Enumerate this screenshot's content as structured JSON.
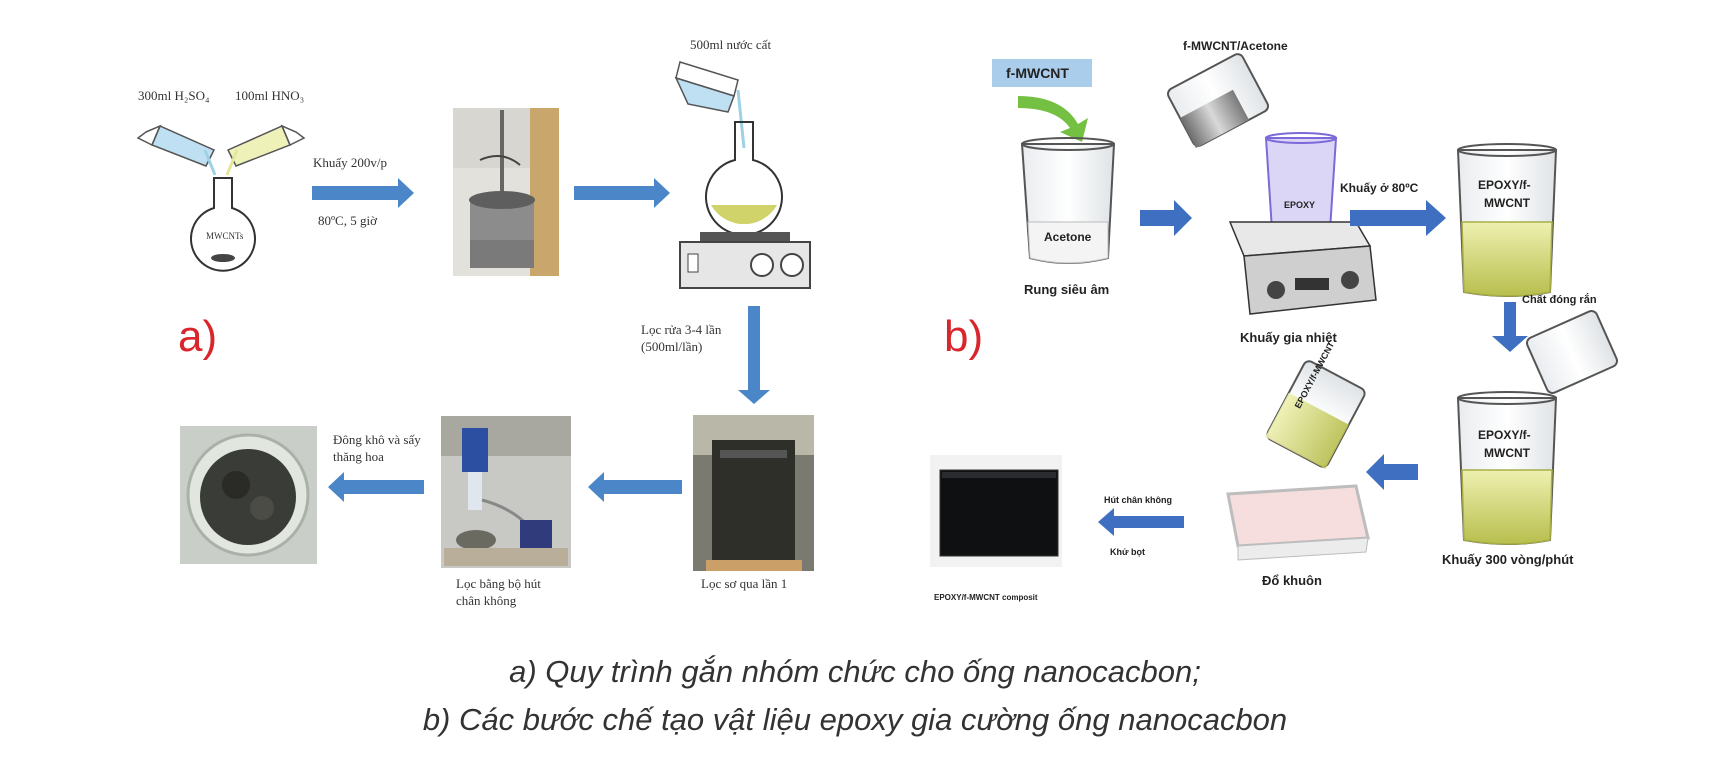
{
  "panel_a": {
    "letter": "a)",
    "reagent_h2so4": "300ml H₂SO₄",
    "reagent_hno3": "100ml HNO₃",
    "flask_label": "MWCNTs",
    "stir_label": "Khuấy 200v/p",
    "temp_time_label": "80ºC, 5 giờ",
    "water_label": "500ml nước cất",
    "wash_label_1": "Lọc rửa 3-4 lần",
    "wash_label_2": "(500ml/lần)",
    "coarse_filter_label": "Lọc sơ qua lần 1",
    "vacuum_filter_label_1": "Lọc bằng bộ hút",
    "vacuum_filter_label_2": "chân không",
    "freeze_dry_label_1": "Đông khô và sấy",
    "freeze_dry_label_2": "thăng hoa"
  },
  "panel_b": {
    "letter": "b)",
    "fmwcnt_box": "f-MWCNT",
    "acetone_beaker": "Acetone",
    "ultrasonic_label": "Rung siêu âm",
    "fmwcnt_acetone_label": "f-MWCNT/Acetone",
    "epoxy_beaker": "EPOXY",
    "heat_stir_label": "Khuấy gia nhiệt",
    "stir80_label": "Khuấy ở 80ºC",
    "mix_beaker_1_line1": "EPOXY/f-",
    "mix_beaker_1_line2": "MWCNT",
    "hardener_label": "Chất đóng rắn",
    "mix_beaker_2_line1": "EPOXY/f-",
    "mix_beaker_2_line2": "MWCNT",
    "stir300_label": "Khuấy 300 vòng/phút",
    "tilted_beaker_label": "EPOXY/f-MWCNT",
    "mold_label": "Đổ khuôn",
    "vacuum_label": "Hút chân không",
    "degas_label": "Khử bọt",
    "composite_label": "EPOXY/f-MWCNT composit"
  },
  "caption": {
    "line1": "a) Quy trình gắn nhóm chức cho ống nanocacbon;",
    "line2": "b) Các bước chế tạo vật liệu epoxy gia cường ống nanocacbon"
  },
  "colors": {
    "arrow": "#4a86c8",
    "arrow_b": "#3f6fc0",
    "panel_letter": "#d8262c",
    "acid_blue": "#bfe0f2",
    "acid_yellow": "#eef2b8",
    "mixture": "#c8cf6a",
    "box_fill": "#a9cdea"
  }
}
